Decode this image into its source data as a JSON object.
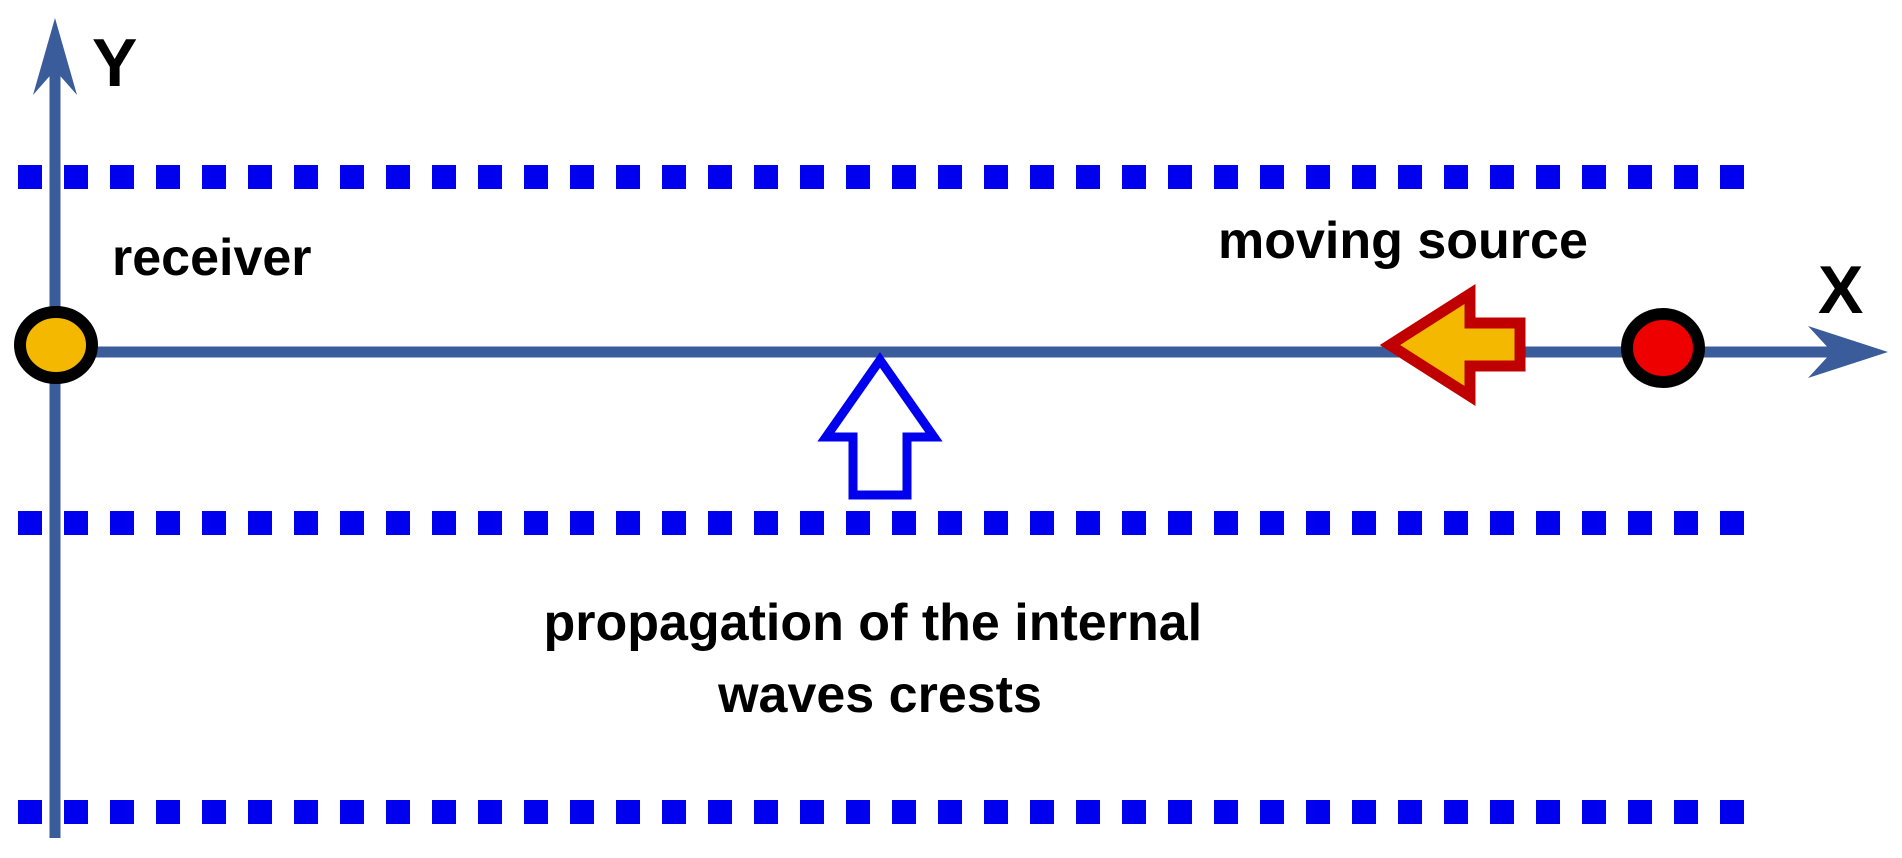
{
  "axes": {
    "y_label": "Y",
    "x_label": "X"
  },
  "labels": {
    "receiver": "receiver",
    "moving_source": "moving source",
    "propagation_line1": "propagation of the internal",
    "propagation_line2": "waves crests"
  },
  "colors": {
    "axis": "#3a5c9a",
    "crest_dots": "#0000ee",
    "receiver_fill": "#f5b800",
    "source_fill": "#ee0000",
    "marker_outline": "#000000",
    "source_arrow_outline": "#c00000",
    "source_arrow_fill": "#f5b800",
    "propagation_arrow_outline": "#0000ee"
  },
  "icons": {
    "receiver": "circle-marker",
    "source": "circle-marker",
    "source_motion": "arrow-left-icon",
    "propagation": "arrow-up-icon"
  }
}
